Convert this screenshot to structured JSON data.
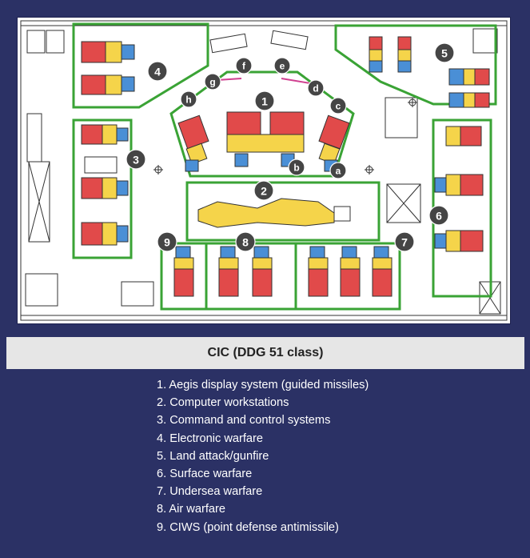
{
  "caption": "CIC (DDG 51 class)",
  "legend": [
    "1. Aegis display system (guided missiles)",
    "2. Computer workstations",
    "3. Command and control systems",
    "4. Electronic warfare",
    "5. Land attack/gunfire",
    "6. Surface warfare",
    "7. Undersea warfare",
    "8. Air warfare",
    "9. CIWS (point defense antimissile)"
  ],
  "markers": {
    "n1": "1",
    "n2": "2",
    "n3": "3",
    "n4": "4",
    "n5": "5",
    "n6": "6",
    "n7": "7",
    "n8": "8",
    "n9": "9",
    "a": "a",
    "b": "b",
    "c": "c",
    "d": "d",
    "e": "e",
    "f": "f",
    "g": "g",
    "h": "h"
  },
  "colors": {
    "background": "#2b3165",
    "zone_outline": "#3aa335",
    "console_red": "#e14a4a",
    "console_yellow": "#f5d44a",
    "console_blue": "#4a8fd6",
    "marker_fill": "#454545"
  }
}
